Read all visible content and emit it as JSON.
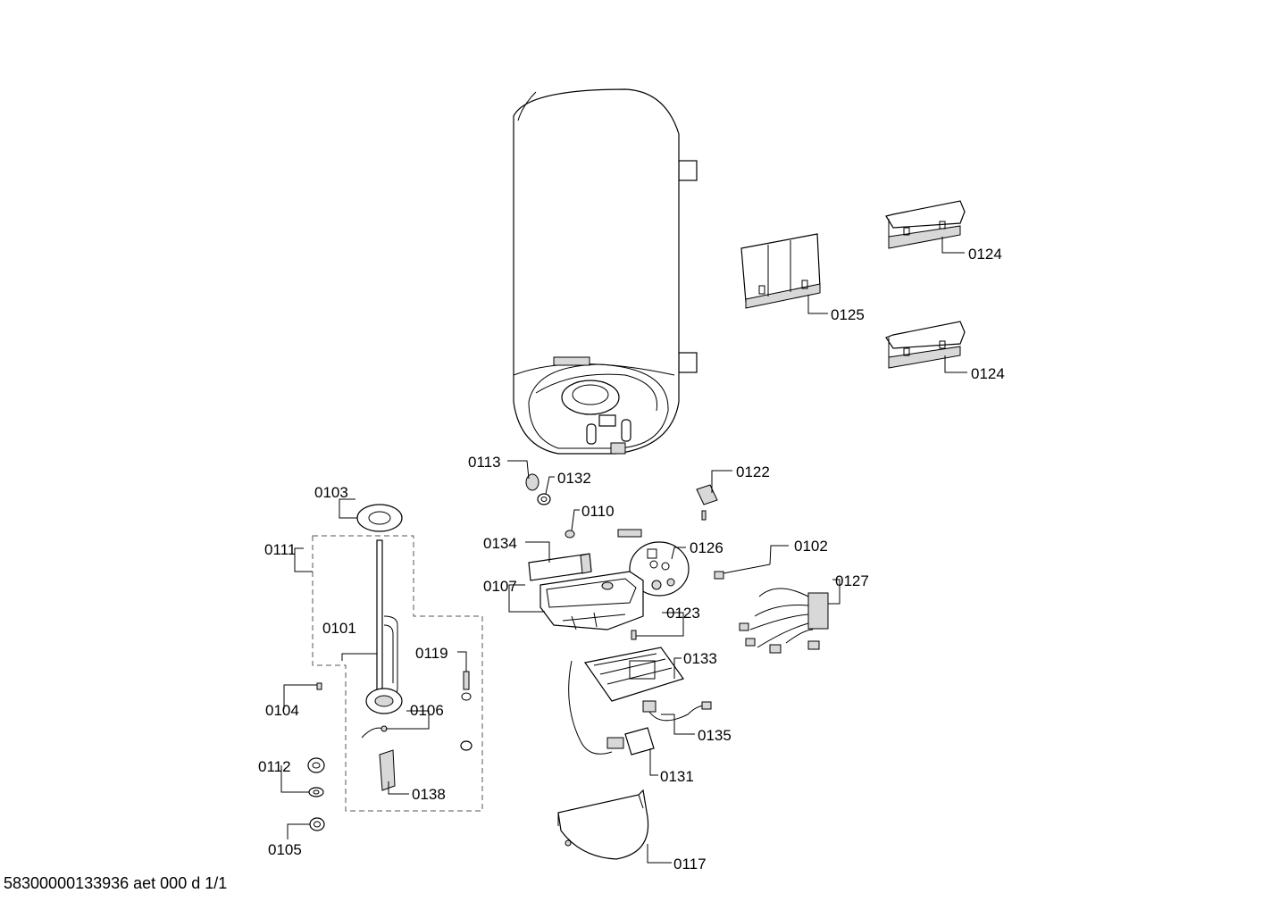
{
  "labels": {
    "p0101": "0101",
    "p0102": "0102",
    "p0103": "0103",
    "p0104": "0104",
    "p0105": "0105",
    "p0106": "0106",
    "p0107": "0107",
    "p0110": "0110",
    "p0111": "0111",
    "p0112": "0112",
    "p0113": "0113",
    "p0117": "0117",
    "p0119": "0119",
    "p0122": "0122",
    "p0123": "0123",
    "p0124a": "0124",
    "p0124b": "0124",
    "p0125": "0125",
    "p0126": "0126",
    "p0127": "0127",
    "p0131": "0131",
    "p0132": "0132",
    "p0133": "0133",
    "p0134": "0134",
    "p0135": "0135",
    "p0138": "0138"
  },
  "footer": "58300000133936 aet 000 d 1/1"
}
